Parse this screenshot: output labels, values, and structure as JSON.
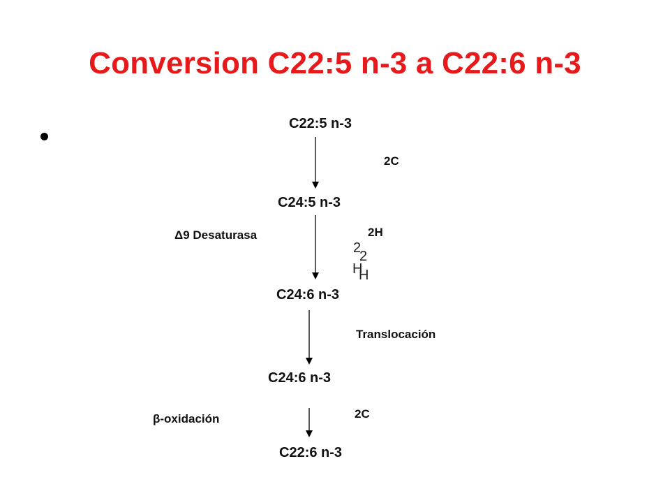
{
  "title": "Conversion C22:5 n-3 a C22:6 n-3",
  "colors": {
    "title": "#e8191b",
    "text": "#111111",
    "arrow": "#000000"
  },
  "pathway": {
    "compounds": [
      "C22:5 n-3",
      "C24:5 n-3",
      "C24:6 n-3",
      "C24:6 n-3",
      "C22:6 n-3"
    ],
    "labels": {
      "step1_right": "2C",
      "step2_left": "Δ9 Desaturasa",
      "step2_right": "2H",
      "step3_right": "Translocación",
      "step4_left": "β-oxidación",
      "step4_right": "2C"
    },
    "overlay_glyphs": [
      "2",
      "2",
      "H",
      "H"
    ]
  }
}
